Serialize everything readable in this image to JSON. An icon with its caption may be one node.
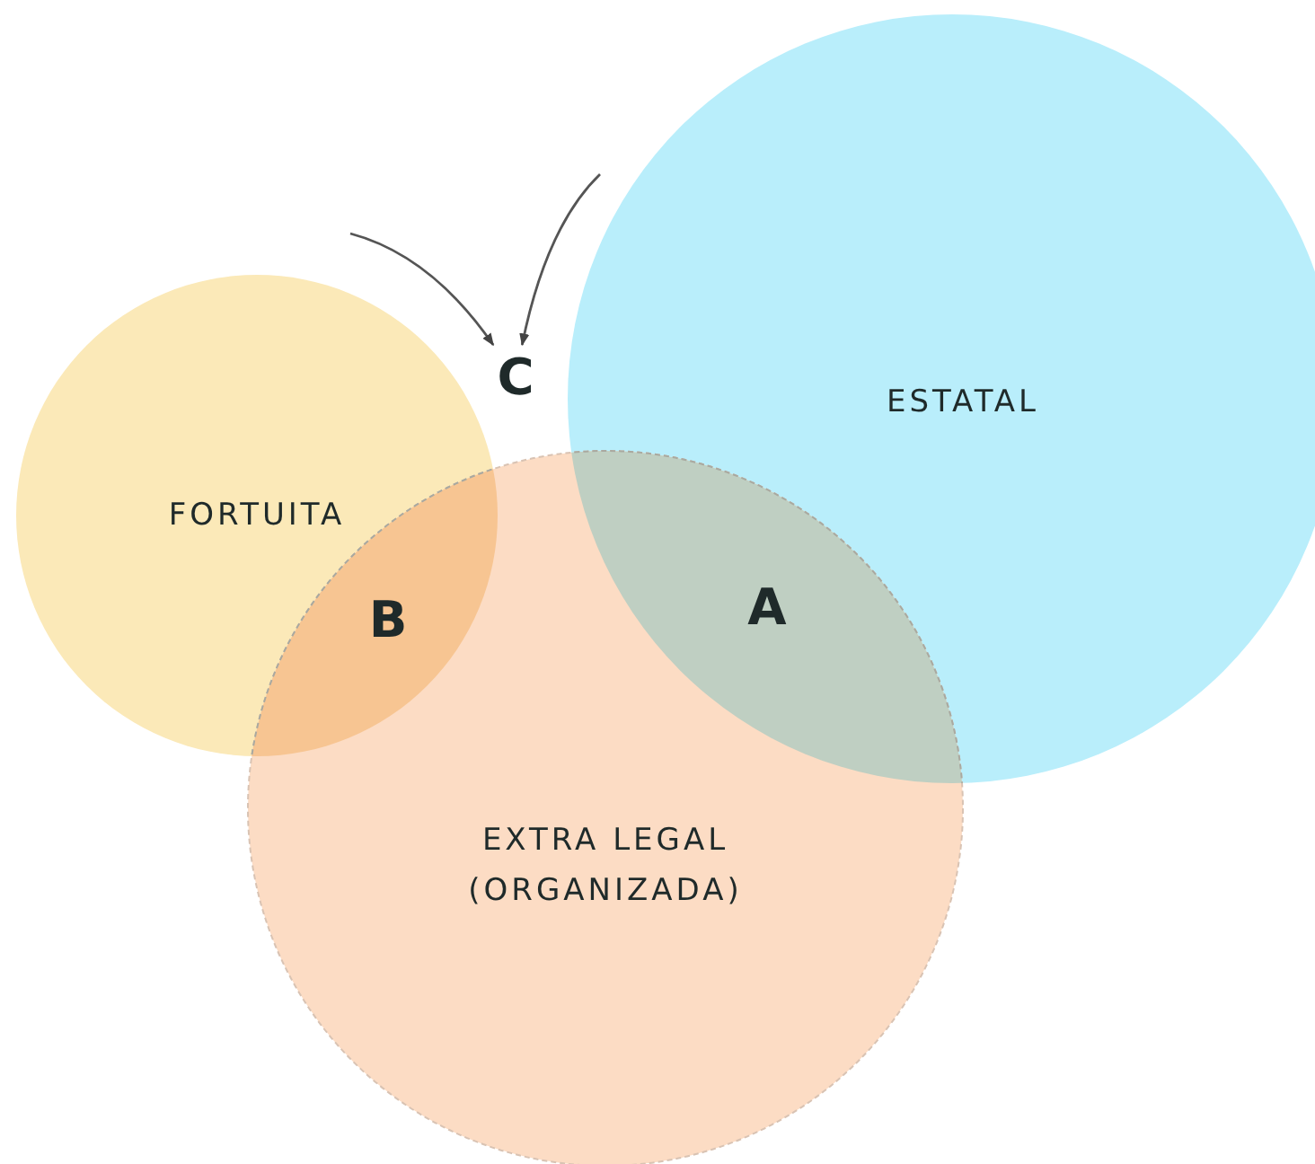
{
  "diagram": {
    "nodes": [
      {
        "text": [
          "FORTUITA"
        ]
      },
      {
        "text": [
          "ESTATAL"
        ]
      },
      {
        "text": [
          "EXTRA LEGAL (ORGANIZADA)"
        ]
      },
      {
        "text": [
          "C"
        ]
      }
    ],
    "edges": [
      {
        "from": null,
        "to": 3,
        "arrow": "to"
      },
      {
        "from": null,
        "to": 3,
        "arrow": "to"
      }
    ],
    "labels": [
      "B",
      "A"
    ]
  }
}
